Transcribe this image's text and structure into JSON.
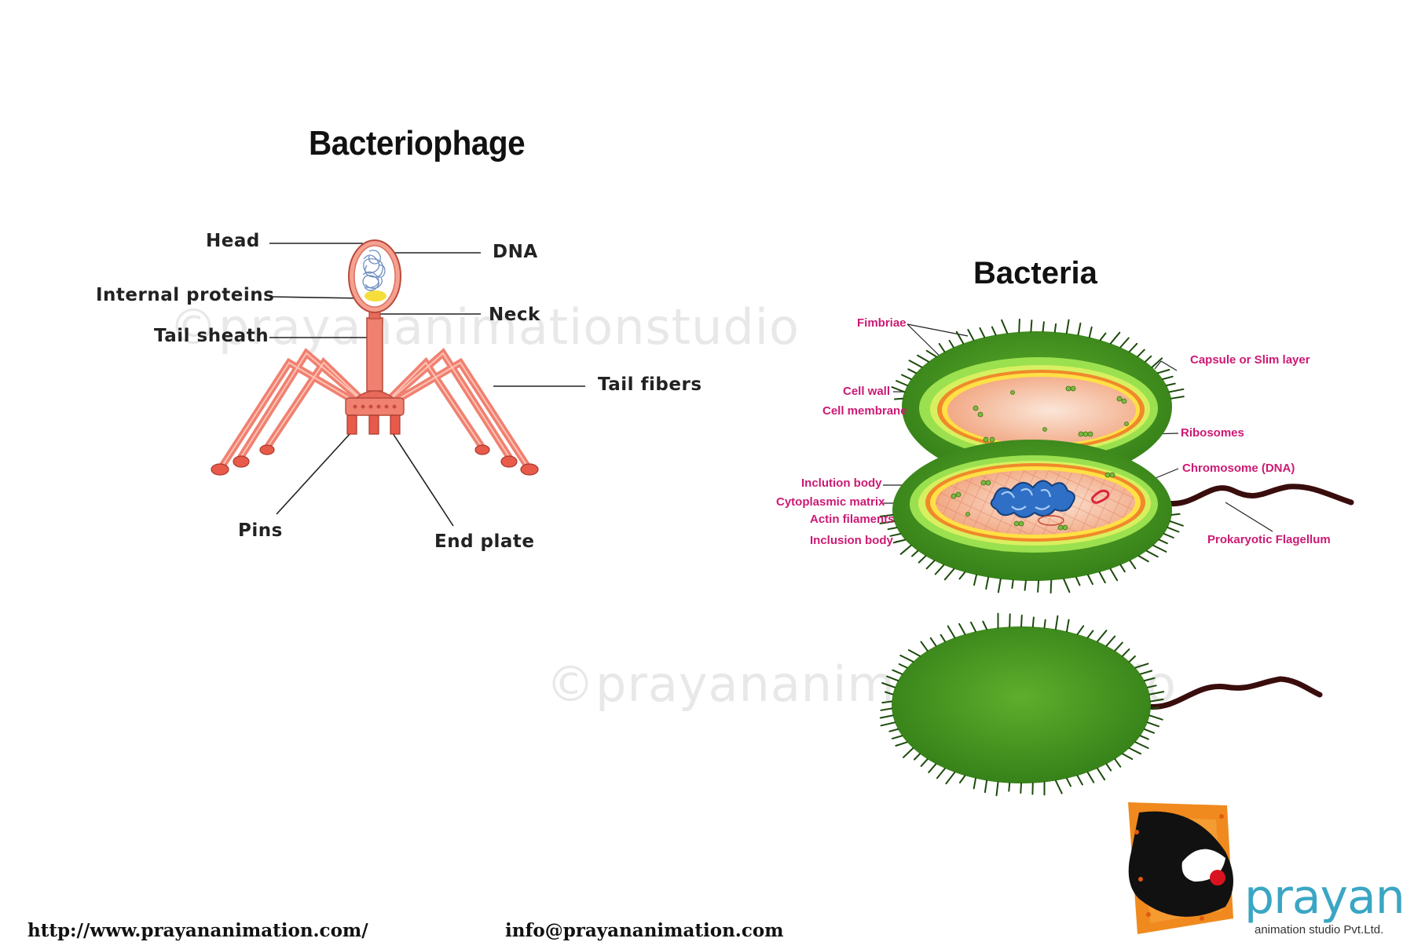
{
  "watermark": "©prayananimationstudio",
  "bacteriophage": {
    "title": "Bacteriophage",
    "labels": {
      "head": "Head",
      "internal_proteins": "Internal proteins",
      "tail_sheath": "Tail sheath",
      "dna": "DNA",
      "neck": "Neck",
      "tail_fibers": "Tail fibers",
      "pins": "Pins",
      "end_plate": "End plate"
    }
  },
  "bacteria": {
    "title": "Bacteria",
    "labels": {
      "fimbriae": "Fimbriae",
      "cell_wall": "Cell wall",
      "cell_membrane": "Cell membrane",
      "inclution_body": "Inclution body",
      "cytoplasmic_matrix": "Cytoplasmic matrix",
      "actin_filaments": "Actin filaments",
      "inclusion_body": "Inclusion body",
      "capsule": "Capsule or  Slim layer",
      "ribosomes": "Ribosomes",
      "chromosome": "Chromosome (DNA)",
      "flagellum": "Prokaryotic Flagellum"
    }
  },
  "footer": {
    "url": "http://www.prayananimation.com/",
    "email": "info@prayananimation.com"
  },
  "logo": {
    "word": "prayan",
    "subtitle": "animation studio Pvt.Ltd."
  },
  "colors": {
    "phage_body": "#f08070",
    "phage_outline": "#b84a3c",
    "cell_green": "#3f8f1f",
    "label_magenta": "#cc1a74",
    "logo_orange": "#f08a1e",
    "logo_blue": "#3aa6c4"
  }
}
